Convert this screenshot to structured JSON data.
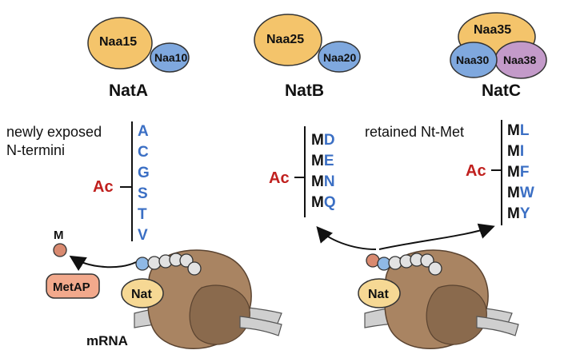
{
  "complexes": [
    {
      "name": "NatA",
      "aux": "Naa15",
      "cat": "Naa10",
      "aux_color": "#f4c46b",
      "cat_color": "#7fa8de"
    },
    {
      "name": "NatB",
      "aux": "Naa25",
      "cat": "Naa20",
      "aux_color": "#f4c46b",
      "cat_color": "#7fa8de"
    },
    {
      "name": "NatC",
      "aux": "Naa35",
      "cat": "Naa30",
      "extra": "Naa38",
      "aux_color": "#f4c46b",
      "cat_color": "#7fa8de",
      "extra_color": "#c39ac9"
    }
  ],
  "natA_panel": {
    "desc_line1": "newly exposed",
    "desc_line2": "N-termini",
    "acetyl": "Ac",
    "residues": [
      "A",
      "C",
      "G",
      "S",
      "T",
      "V"
    ]
  },
  "natB_panel": {
    "acetyl": "Ac",
    "residues": [
      {
        "m": "M",
        "x": "D"
      },
      {
        "m": "M",
        "x": "E"
      },
      {
        "m": "M",
        "x": "N"
      },
      {
        "m": "M",
        "x": "Q"
      }
    ]
  },
  "natC_panel": {
    "desc": "retained Nt-Met",
    "acetyl": "Ac",
    "residues": [
      {
        "m": "M",
        "x": "L"
      },
      {
        "m": "M",
        "x": "I"
      },
      {
        "m": "M",
        "x": "F"
      },
      {
        "m": "M",
        "x": "W"
      },
      {
        "m": "M",
        "x": "Y"
      }
    ]
  },
  "left_ribosome": {
    "nat_label": "Nat",
    "mrna_label": "mRNA",
    "metap_label": "MetAP",
    "met_label": "M"
  },
  "right_ribosome": {
    "nat_label": "Nat"
  },
  "colors": {
    "ribosome": "#a98462",
    "ribosome_dark": "#8a6a4d",
    "mrna": "#cfcfcf",
    "nat": "#f6d894",
    "metap": "#f2a98c",
    "met_ball": "#d98a70",
    "chain_ball": "#e2e2e2",
    "first_ball_blue": "#8fb9e6",
    "residue_blue": "#3b6fc4",
    "acetyl_red": "#c0201e"
  }
}
